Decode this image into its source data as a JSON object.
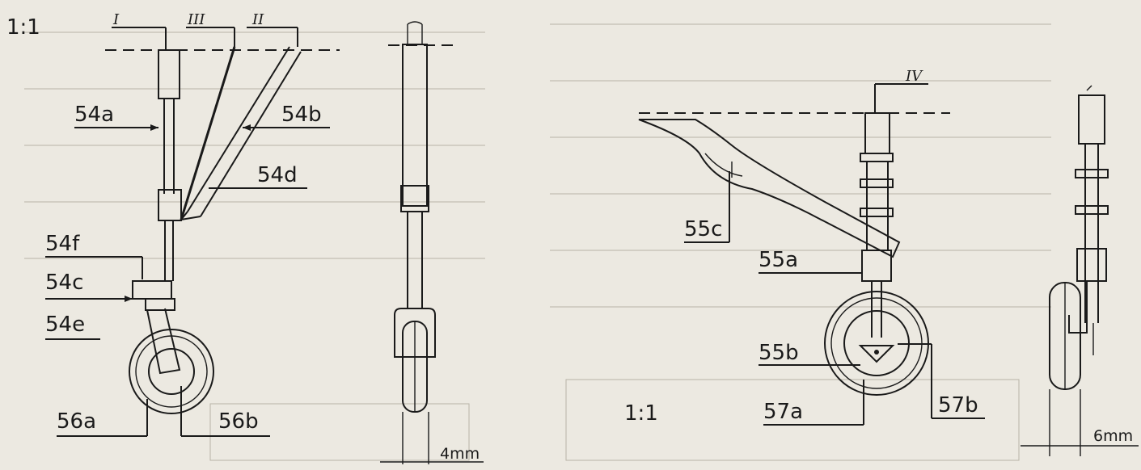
{
  "left_drawing": {
    "scale": "1:1",
    "views": [
      "I",
      "III",
      "II"
    ],
    "labels": {
      "l54a": "54a",
      "l54b": "54b",
      "l54d": "54d",
      "l54f": "54f",
      "l54c": "54c",
      "l54e": "54e",
      "l56a": "56a",
      "l56b": "56b"
    },
    "side_dimension": "4mm"
  },
  "right_drawing": {
    "scale": "1:1",
    "views": [
      "IV"
    ],
    "labels": {
      "l55c": "55c",
      "l55a": "55a",
      "l55b": "55b",
      "l57a": "57a",
      "l57b": "57b"
    },
    "side_dimension": "6mm"
  },
  "colors": {
    "ink": "#1a1a1a",
    "paper": "#ece9e1",
    "bleed": "#b3aea2"
  }
}
